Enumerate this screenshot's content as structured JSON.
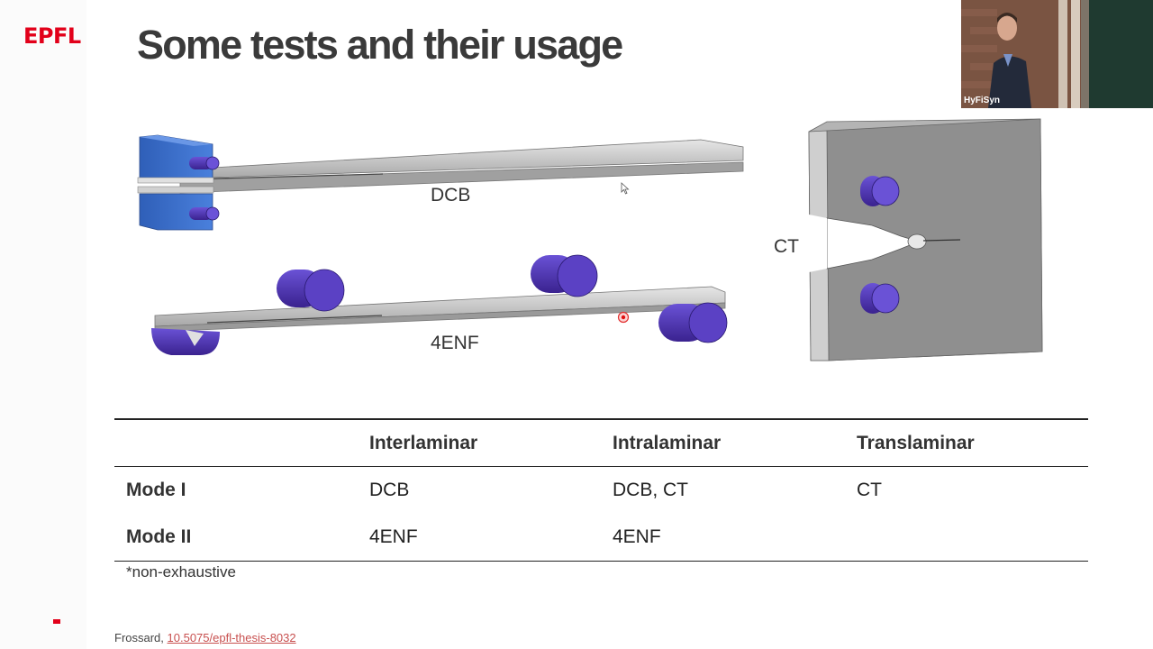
{
  "brand": {
    "logo": "EPFL"
  },
  "slide": {
    "title": "Some tests and their usage"
  },
  "figure": {
    "labels": {
      "dcb": "DCB",
      "ct": "CT",
      "enf": "4ENF"
    }
  },
  "table": {
    "headers": [
      "",
      "Interlaminar",
      "Intralaminar",
      "Translaminar"
    ],
    "rows": [
      [
        "Mode I",
        "DCB",
        "DCB, CT",
        "CT"
      ],
      [
        "Mode II",
        "4ENF",
        "4ENF",
        ""
      ]
    ]
  },
  "note": "*non-exhaustive",
  "footer": {
    "author": "Frossard, ",
    "link_text": "10.5075/epfl-thesis-8032"
  },
  "webcam": {
    "name": "HyFiSyn"
  },
  "colors": {
    "brand_red": "#e2001a",
    "fixture_blue": "#3a6fc9",
    "roller_purple": "#5a3fc0",
    "specimen_grey": "#9a9a9a"
  },
  "icons": [
    "mouse-pointer-icon",
    "laser-pointer-icon"
  ]
}
